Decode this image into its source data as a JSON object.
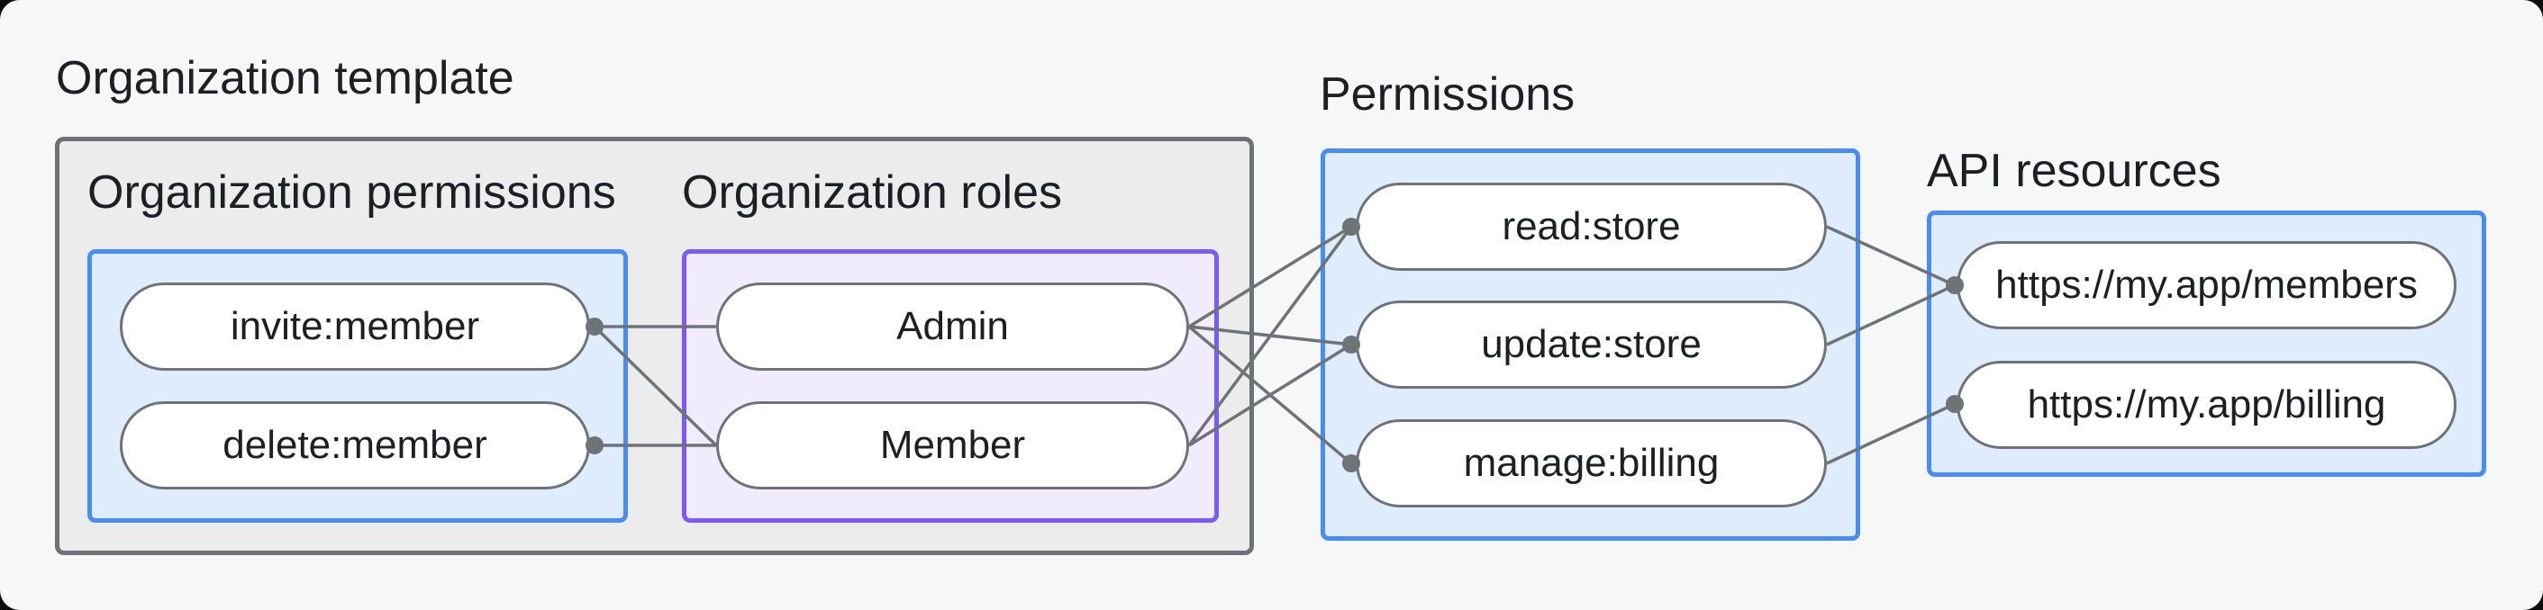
{
  "page": {
    "background_color": "#f6f7f7",
    "text_color": "#1c1f23"
  },
  "organization_template": {
    "label": "Organization template",
    "permissions": {
      "label": "Organization permissions",
      "items": [
        "invite:member",
        "delete:member"
      ]
    },
    "roles": {
      "label": "Organization roles",
      "items": [
        "Admin",
        "Member"
      ]
    }
  },
  "permissions": {
    "label": "Permissions",
    "items": [
      "read:store",
      "update:store",
      "manage:billing"
    ]
  },
  "api_resources": {
    "label": "API resources",
    "items": [
      "https://my.app/members",
      "https://my.app/billing"
    ]
  },
  "edges": [
    {
      "from": "invite:member",
      "to": "Admin"
    },
    {
      "from": "invite:member",
      "to": "Member"
    },
    {
      "from": "delete:member",
      "to": "Member"
    },
    {
      "from": "Admin",
      "to": "read:store"
    },
    {
      "from": "Admin",
      "to": "update:store"
    },
    {
      "from": "Admin",
      "to": "manage:billing"
    },
    {
      "from": "Member",
      "to": "read:store"
    },
    {
      "from": "Member",
      "to": "update:store"
    },
    {
      "from": "read:store",
      "to": "https://my.app/members"
    },
    {
      "from": "update:store",
      "to": "https://my.app/members"
    },
    {
      "from": "manage:billing",
      "to": "https://my.app/billing"
    }
  ],
  "colors": {
    "outer_group_fill": "#ececed",
    "outer_group_border": "#6e7276",
    "blue_group_fill": "#dfecfb",
    "blue_group_border": "#4a8cf7",
    "purple_group_fill": "#f1ecfc",
    "purple_group_border": "#7a5af8",
    "node_fill": "#ffffff",
    "node_border": "#6e7377",
    "edge_line": "#6e7377",
    "connector_dot": "#6e7377"
  }
}
